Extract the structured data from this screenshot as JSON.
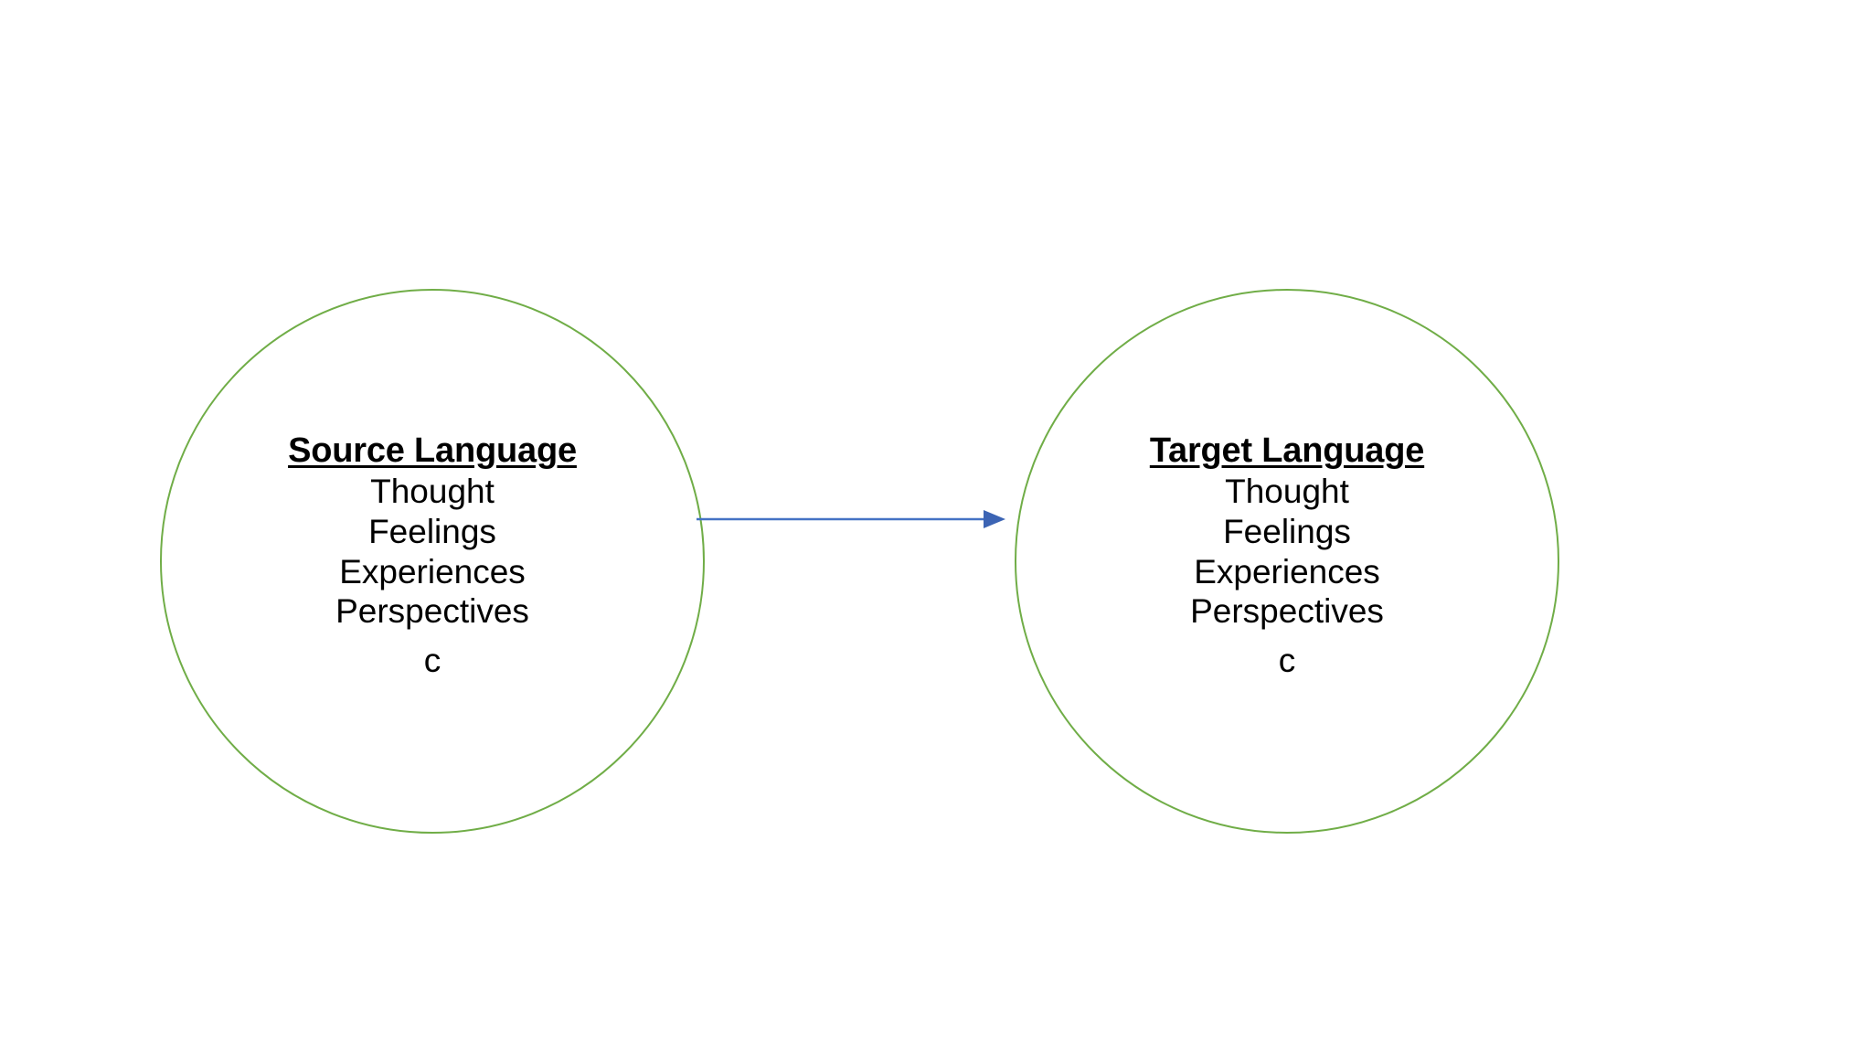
{
  "diagram": {
    "background_color": "#FFFFFF",
    "circle_stroke_color": "#70AD47",
    "arrow_color": "#4472C4",
    "text_color": "#000000",
    "nodes": [
      {
        "id": "source",
        "title": "Source Language",
        "lines": [
          "Thought",
          "Feelings",
          "Experiences",
          "Perspectives",
          "c"
        ]
      },
      {
        "id": "target",
        "title": "Target Language",
        "lines": [
          "Thought",
          "Feelings",
          "Experiences",
          "Perspectives",
          "c"
        ]
      }
    ],
    "connector": {
      "name": "source-to-target-arrow",
      "direction": "left-to-right",
      "style": "single-headed straight arrow"
    }
  }
}
